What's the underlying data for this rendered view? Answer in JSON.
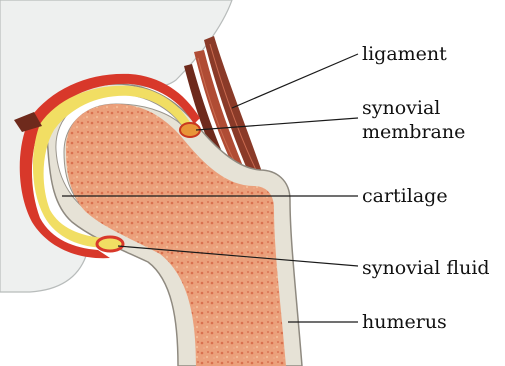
{
  "labels": {
    "ligament": "ligament",
    "synovial_membrane_line1": "synovial",
    "synovial_membrane_line2": "membrane",
    "cartilage": "cartilage",
    "synovial_fluid": "synovial fluid",
    "humerus": "humerus"
  },
  "colors": {
    "bone_marrow": "#e8956a",
    "bone_shaft": "#e6e2d6",
    "capsule_red": "#d8382a",
    "synovial_fluid_yellow": "#f1de63",
    "ligament_brown": "#8a3a28",
    "scapula_gray": "#eef0ef",
    "line": "#1a1a1a"
  }
}
